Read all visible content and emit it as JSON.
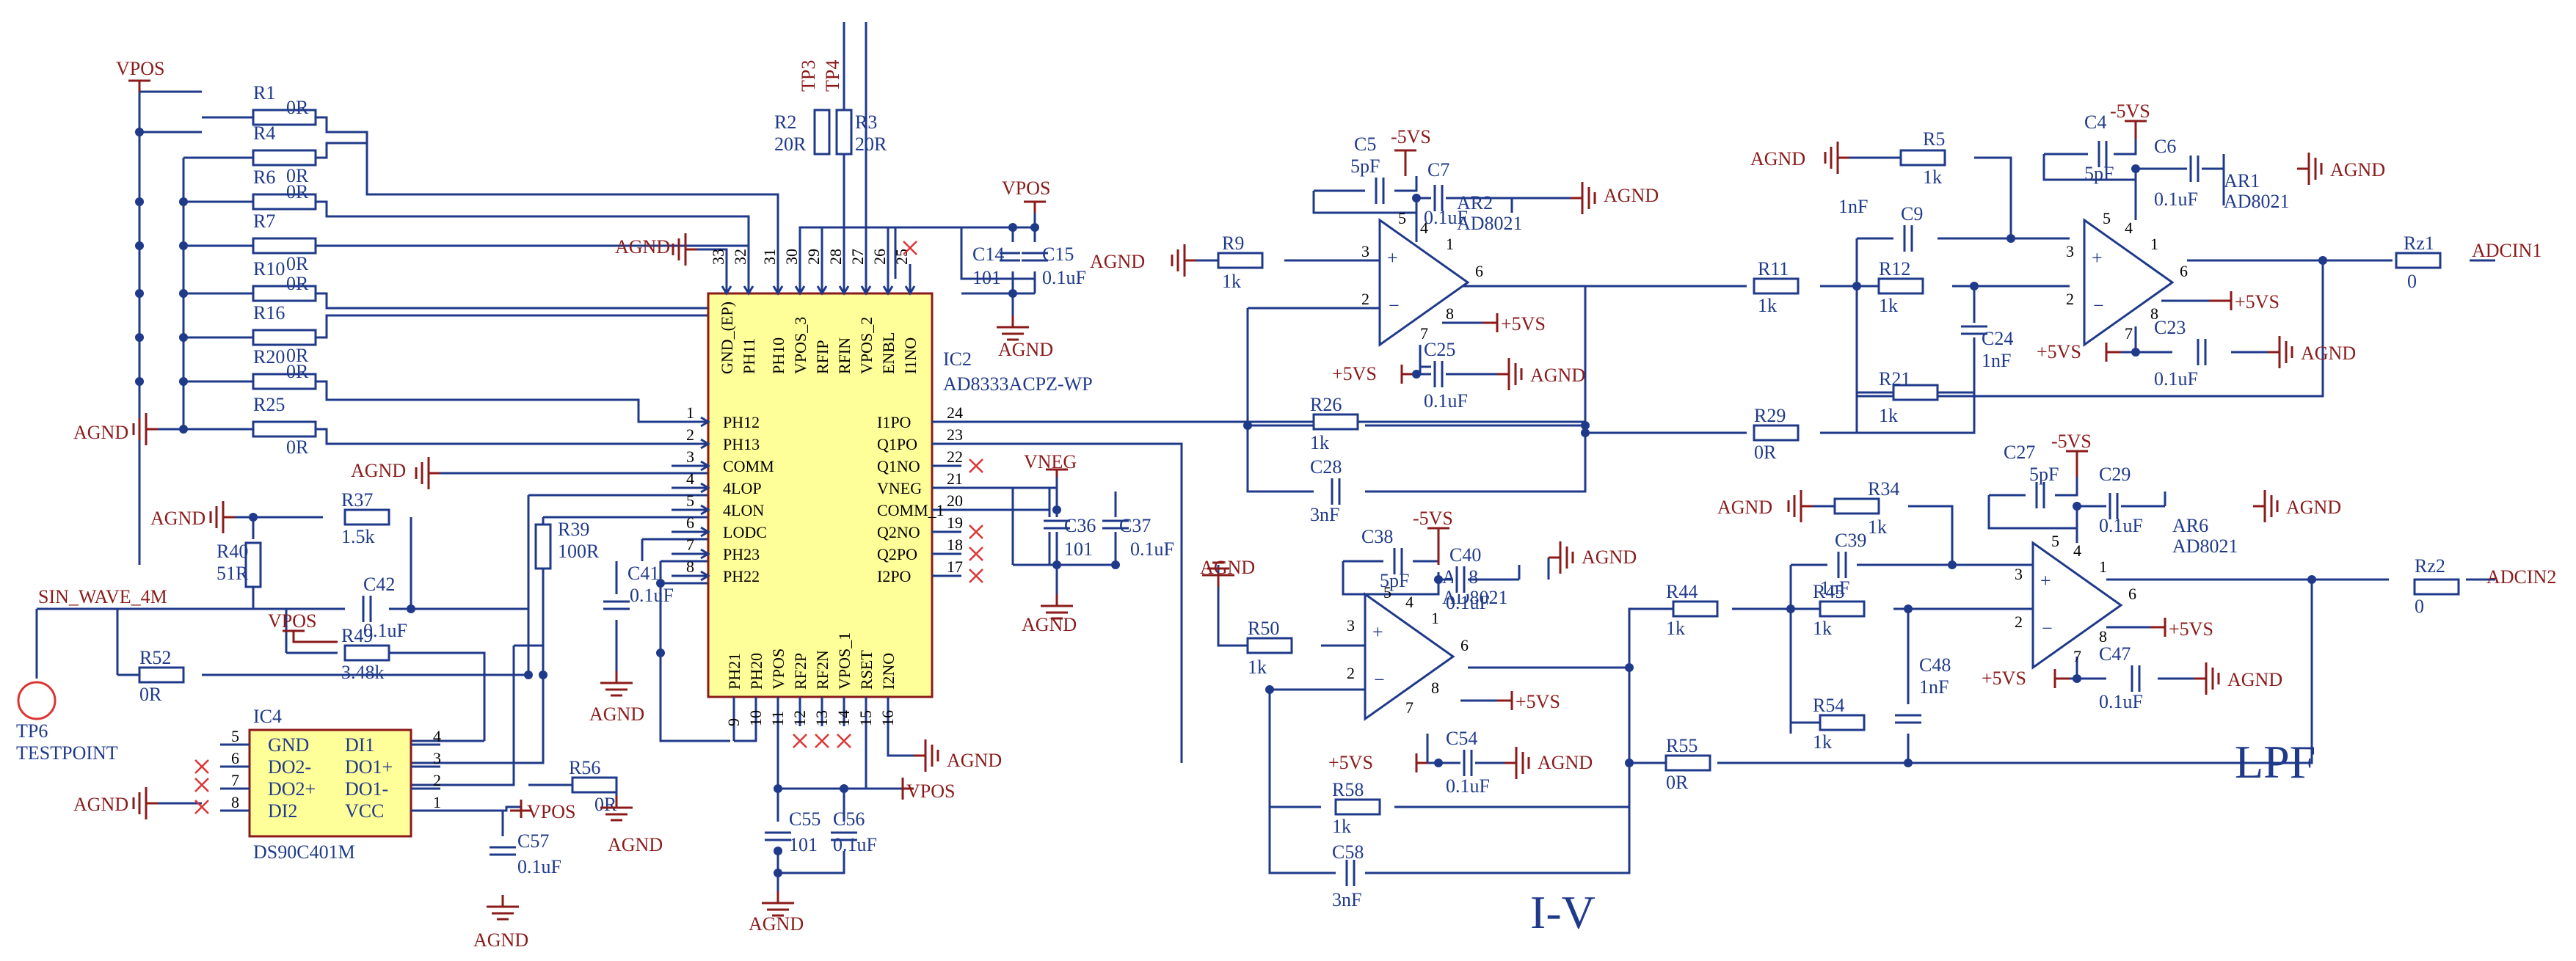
{
  "ic2": {
    "ref": "IC2",
    "part": "AD8333ACPZ-WP",
    "top_pins": [
      {
        "num": "33",
        "name": "GND_(EP)"
      },
      {
        "num": "32",
        "name": "PH11"
      },
      {
        "num": "31",
        "name": "PH10"
      },
      {
        "num": "30",
        "name": "VPOS_3"
      },
      {
        "num": "29",
        "name": "RFIP"
      },
      {
        "num": "28",
        "name": "RFIN"
      },
      {
        "num": "27",
        "name": "VPOS_2"
      },
      {
        "num": "26",
        "name": "ENBL"
      },
      {
        "num": "25",
        "name": "I1NO"
      }
    ],
    "left_pins": [
      {
        "num": "1",
        "name": "PH12"
      },
      {
        "num": "2",
        "name": "PH13"
      },
      {
        "num": "3",
        "name": "COMM"
      },
      {
        "num": "4",
        "name": "4LOP"
      },
      {
        "num": "5",
        "name": "4LON"
      },
      {
        "num": "6",
        "name": "LODC"
      },
      {
        "num": "7",
        "name": "PH23"
      },
      {
        "num": "8",
        "name": "PH22"
      }
    ],
    "right_pins": [
      {
        "num": "24",
        "name": "I1PO"
      },
      {
        "num": "23",
        "name": "Q1PO"
      },
      {
        "num": "22",
        "name": "Q1NO"
      },
      {
        "num": "21",
        "name": "VNEG"
      },
      {
        "num": "20",
        "name": "COMM_1"
      },
      {
        "num": "19",
        "name": "Q2NO"
      },
      {
        "num": "18",
        "name": "Q2PO"
      },
      {
        "num": "17",
        "name": "I2PO"
      }
    ],
    "bottom_pins": [
      {
        "num": "9",
        "name": "PH21"
      },
      {
        "num": "10",
        "name": "PH20"
      },
      {
        "num": "11",
        "name": "VPOS"
      },
      {
        "num": "12",
        "name": "RF2P"
      },
      {
        "num": "13",
        "name": "RF2N"
      },
      {
        "num": "14",
        "name": "VPOS_1"
      },
      {
        "num": "15",
        "name": "RSET"
      },
      {
        "num": "16",
        "name": "I2NO"
      }
    ]
  },
  "ic4": {
    "ref": "IC4",
    "part": "DS90C401M",
    "left_pins": [
      {
        "num": "5",
        "name": "GND"
      },
      {
        "num": "6",
        "name": "DO2-"
      },
      {
        "num": "7",
        "name": "DO2+"
      },
      {
        "num": "8",
        "name": "DI2"
      }
    ],
    "right_pins": [
      {
        "num": "4",
        "name": "DI1"
      },
      {
        "num": "3",
        "name": "DO1+"
      },
      {
        "num": "2",
        "name": "DO1-"
      },
      {
        "num": "1",
        "name": "VCC"
      }
    ]
  },
  "opamps": [
    {
      "ref": "AR2",
      "part": "AD8021",
      "pins": [
        "3",
        "2",
        "6",
        "4",
        "7",
        "5",
        "1",
        "8"
      ]
    },
    {
      "ref": "AR1",
      "part": "AD8021",
      "pins": [
        "3",
        "2",
        "6",
        "4",
        "7",
        "5",
        "1",
        "8"
      ]
    },
    {
      "ref": "AR8",
      "part": "AD8021",
      "pins": [
        "3",
        "2",
        "6",
        "4",
        "7",
        "5",
        "1",
        "8"
      ]
    },
    {
      "ref": "AR6",
      "part": "AD8021",
      "pins": [
        "3",
        "2",
        "6",
        "4",
        "7",
        "5",
        "1",
        "8"
      ]
    }
  ],
  "phase_resistors": [
    {
      "ref": "R1",
      "value": "0R"
    },
    {
      "ref": "R4",
      "value": "0R"
    },
    {
      "ref": "R6",
      "value": "0R"
    },
    {
      "ref": "R7",
      "value": "0R"
    },
    {
      "ref": "R10",
      "value": "0R"
    },
    {
      "ref": "R16",
      "value": "0R"
    },
    {
      "ref": "R20",
      "value": "0R"
    },
    {
      "ref": "R25",
      "value": "0R"
    }
  ],
  "components": {
    "R2": {
      "ref": "R2",
      "value": "20R"
    },
    "R3": {
      "ref": "R3",
      "value": "20R"
    },
    "R37": {
      "ref": "R37",
      "value": "1.5k"
    },
    "R40": {
      "ref": "R40",
      "value": "51R"
    },
    "R39": {
      "ref": "R39",
      "value": "100R"
    },
    "R49": {
      "ref": "R49",
      "value": "3.48k"
    },
    "R52": {
      "ref": "R52",
      "value": "0R"
    },
    "R56": {
      "ref": "R56",
      "value": "0R"
    },
    "R9": {
      "ref": "R9",
      "value": "1k"
    },
    "R26": {
      "ref": "R26",
      "value": "1k"
    },
    "R11": {
      "ref": "R11",
      "value": "1k"
    },
    "R12": {
      "ref": "R12",
      "value": "1k"
    },
    "R21": {
      "ref": "R21",
      "value": "1k"
    },
    "R29": {
      "ref": "R29",
      "value": "0R"
    },
    "R5": {
      "ref": "R5",
      "value": "1k"
    },
    "Rz1": {
      "ref": "Rz1",
      "value": "0"
    },
    "R50": {
      "ref": "R50",
      "value": "1k"
    },
    "R58": {
      "ref": "R58",
      "value": "1k"
    },
    "R44": {
      "ref": "R44",
      "value": "1k"
    },
    "R45": {
      "ref": "R45",
      "value": "1k"
    },
    "R54": {
      "ref": "R54",
      "value": "1k"
    },
    "R55": {
      "ref": "R55",
      "value": "0R"
    },
    "R34": {
      "ref": "R34",
      "value": "1k"
    },
    "Rz2": {
      "ref": "Rz2",
      "value": "0"
    },
    "C14": {
      "ref": "C14",
      "value": "101"
    },
    "C15": {
      "ref": "C15",
      "value": "0.1uF"
    },
    "C36": {
      "ref": "C36",
      "value": "101"
    },
    "C37": {
      "ref": "C37",
      "value": "0.1uF"
    },
    "C41": {
      "ref": "C41",
      "value": "0.1uF"
    },
    "C42": {
      "ref": "C42",
      "value": "0.1uF"
    },
    "C55": {
      "ref": "C55",
      "value": "101"
    },
    "C56": {
      "ref": "C56",
      "value": "0.1uF"
    },
    "C57": {
      "ref": "C57",
      "value": "0.1uF"
    },
    "C5": {
      "ref": "C5",
      "value": "5pF"
    },
    "C7": {
      "ref": "C7",
      "value": "0.1uF"
    },
    "C25": {
      "ref": "C25",
      "value": "0.1uF"
    },
    "C28": {
      "ref": "C28",
      "value": "3nF"
    },
    "C9": {
      "ref": "C9",
      "value": "1nF"
    },
    "C24": {
      "ref": "C24",
      "value": "1nF"
    },
    "C4": {
      "ref": "C4",
      "value": "5pF"
    },
    "C6": {
      "ref": "C6",
      "value": "0.1uF"
    },
    "C23": {
      "ref": "C23",
      "value": "0.1uF"
    },
    "C38": {
      "ref": "C38",
      "value": "5pF"
    },
    "C40": {
      "ref": "C40",
      "value": "0.1uF"
    },
    "C54": {
      "ref": "C54",
      "value": "0.1uF"
    },
    "C58": {
      "ref": "C58",
      "value": "3nF"
    },
    "C39": {
      "ref": "C39",
      "value": "1nF"
    },
    "C48": {
      "ref": "C48",
      "value": "1nF"
    },
    "C27": {
      "ref": "C27",
      "value": "5pF"
    },
    "C29": {
      "ref": "C29",
      "value": "0.1uF"
    },
    "C47": {
      "ref": "C47",
      "value": "0.1uF"
    }
  },
  "nets": {
    "vpos": "VPOS",
    "vneg": "VNEG",
    "agnd": "AGND",
    "p5vs": "+5VS",
    "m5vs": "-5VS",
    "sin": "SIN_WAVE_4M",
    "tp3": "TP3",
    "tp4": "TP4",
    "adc1": "ADCIN1",
    "adc2": "ADCIN2"
  },
  "testpoint": {
    "ref": "TP6",
    "name": "TESTPOINT"
  },
  "sections": {
    "iv": "I-V",
    "lpf": "LPF"
  },
  "colors": {
    "wire": "#1f3a8a",
    "net": "#8b1a1a",
    "ic_fill": "#ffff99"
  }
}
